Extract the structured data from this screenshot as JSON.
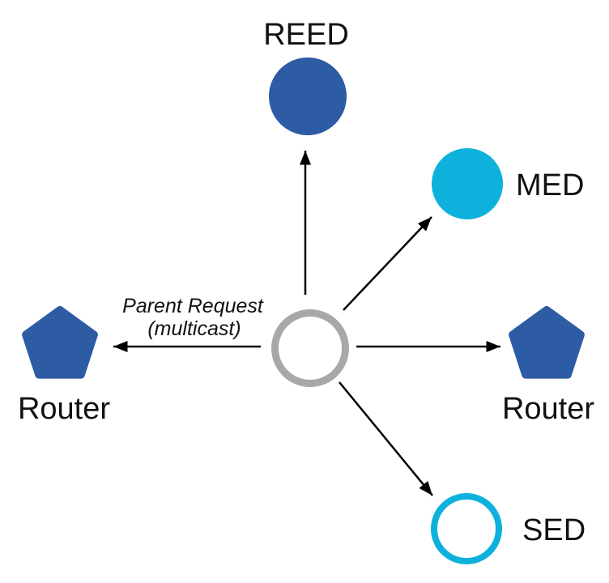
{
  "diagram": {
    "annotation": {
      "line1": "Parent Request",
      "line2": "(multicast)"
    },
    "nodes": {
      "reed": {
        "label": "REED",
        "shape": "filled-circle"
      },
      "med": {
        "label": "MED",
        "shape": "filled-circle"
      },
      "router_left": {
        "label": "Router",
        "shape": "pentagon"
      },
      "router_right": {
        "label": "Router",
        "shape": "pentagon"
      },
      "sed": {
        "label": "SED",
        "shape": "outlined-circle"
      },
      "joiner": {
        "shape": "outlined-circle"
      }
    },
    "colors": {
      "router_reed_blue": "#2D5BA4",
      "med_sed_cyan": "#0EB1DC",
      "joiner_gray": "#A8A8A8",
      "arrow": "#000000",
      "text": "#111111"
    }
  }
}
